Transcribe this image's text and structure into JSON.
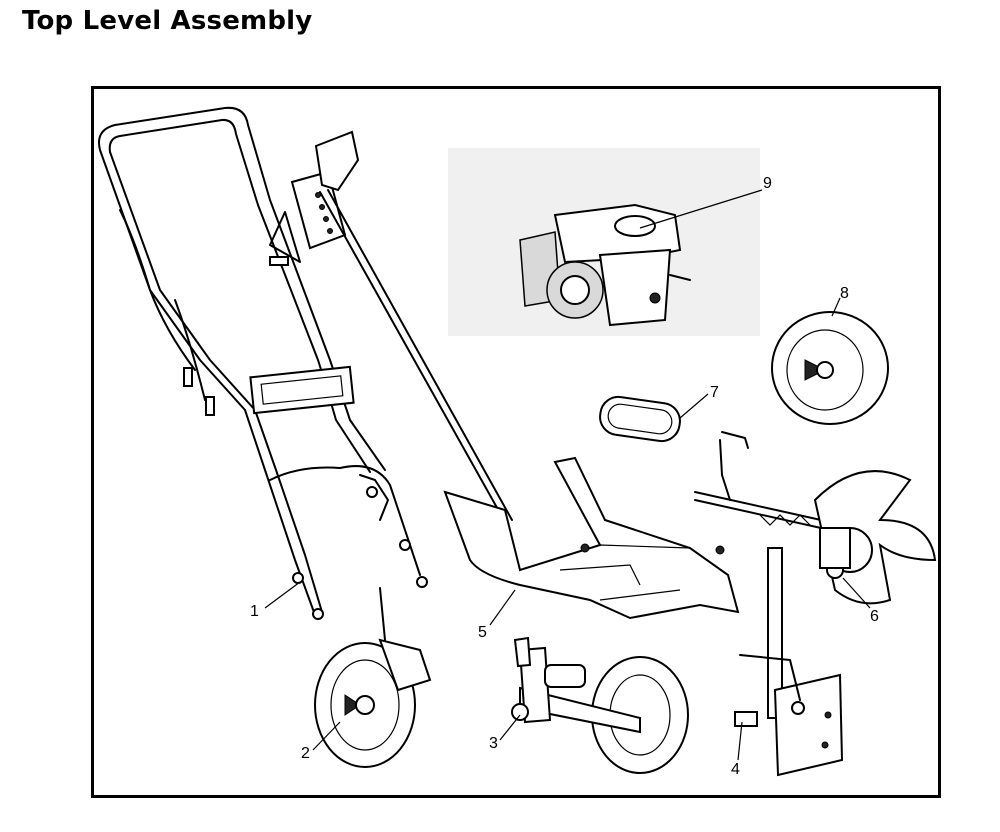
{
  "page": {
    "title": "Top Level Assembly"
  },
  "callouts": [
    {
      "id": "1",
      "label": "1"
    },
    {
      "id": "2",
      "label": "2"
    },
    {
      "id": "3",
      "label": "3"
    },
    {
      "id": "4",
      "label": "4"
    },
    {
      "id": "5",
      "label": "5"
    },
    {
      "id": "6",
      "label": "6"
    },
    {
      "id": "7",
      "label": "7"
    },
    {
      "id": "8",
      "label": "8"
    },
    {
      "id": "9",
      "label": "9"
    }
  ]
}
